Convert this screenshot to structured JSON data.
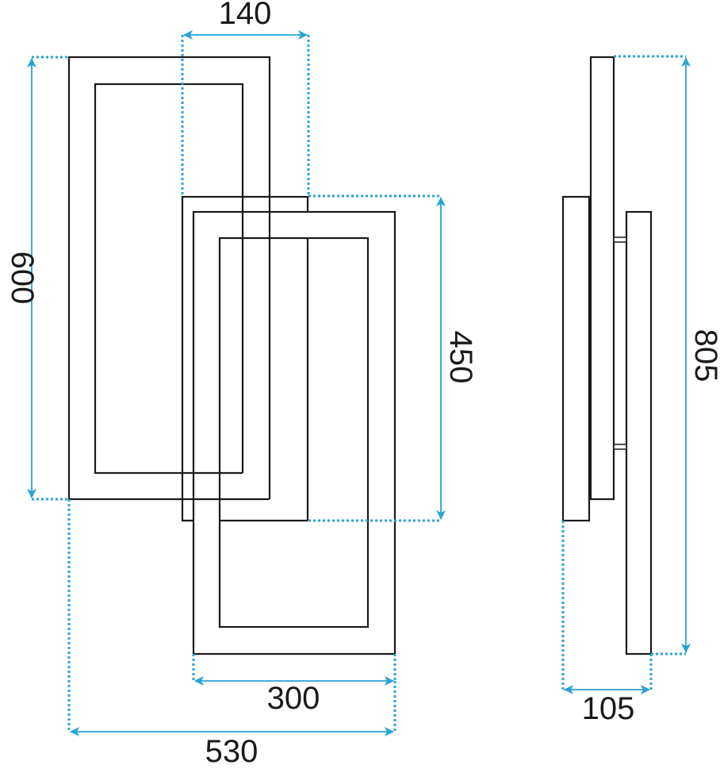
{
  "colors": {
    "outline": "#1a1a1a",
    "dimension_line": "#29a3d6",
    "background": "#ffffff"
  },
  "front_view": {
    "label_top_width": "140",
    "label_height_left": "600",
    "label_height_inner": "450",
    "label_lower_width": "300",
    "label_total_width": "530"
  },
  "side_view": {
    "label_total_height": "805",
    "label_depth": "105"
  }
}
